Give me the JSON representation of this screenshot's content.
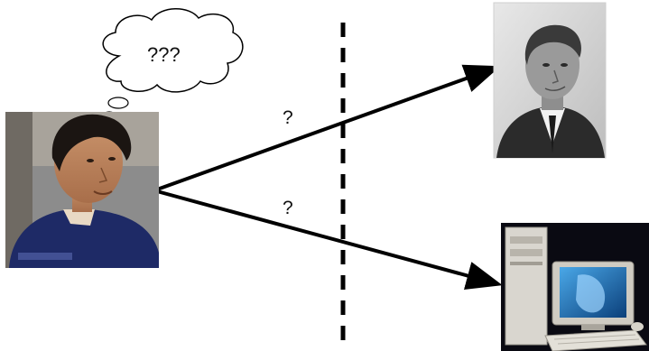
{
  "thought_bubble": {
    "text": "???"
  },
  "paths": {
    "upper_label": "?",
    "lower_label": "?"
  },
  "images": {
    "person": "photo-of-person",
    "human_portrait": "portrait-photo",
    "computer": "desktop-computer-photo"
  },
  "colors": {
    "line": "#000000",
    "bubble_fill": "#ffffff",
    "bubble_stroke": "#000000"
  }
}
